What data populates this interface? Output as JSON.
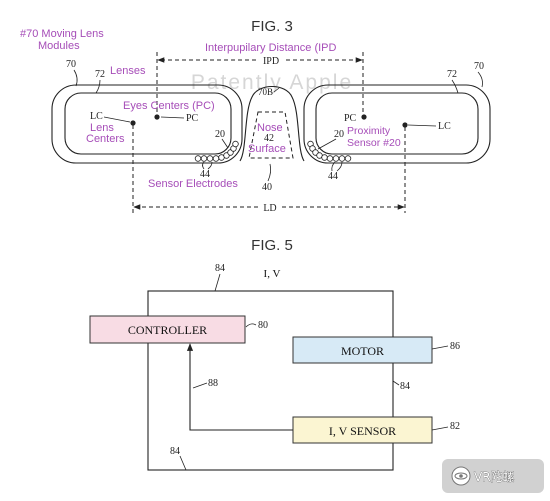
{
  "watermark": "Patently Apple",
  "fig3": {
    "title": "FIG. 3",
    "annotations": {
      "moving_lens_modules": [
        "#70 Moving Lens",
        "Modules"
      ],
      "ipd": "Interpupilary Distance (IPD",
      "lenses": "Lenses",
      "eyes_centers": "Eyes Centers (PC)",
      "lens_centers": [
        "Lens",
        "Centers"
      ],
      "nose_surface": [
        "Nose",
        "Surface"
      ],
      "proximity_sensor": [
        "Proximity",
        "Sensor #20"
      ],
      "sensor_electrodes": "Sensor Electrodes"
    },
    "dimensions": {
      "ipd": "IPD",
      "ld": "LD"
    },
    "points": {
      "lc_left": "LC",
      "pc_left": "PC",
      "pc_right": "PC",
      "lc_right": "LC"
    },
    "refs": {
      "module_left": "70",
      "module_right": "70",
      "lens_left": "72",
      "lens_right": "72",
      "nose_bridge": "70B",
      "sensor_left": "20",
      "sensor_right": "20",
      "nose_surface": "42",
      "electrodes_left": "44",
      "electrodes_right": "44",
      "frame": "40"
    }
  },
  "fig5": {
    "title": "FIG. 5",
    "signal": "I, V",
    "blocks": {
      "controller": "CONTROLLER",
      "motor": "MOTOR",
      "sensor": "I, V SENSOR"
    },
    "refs": {
      "housing_top": "84",
      "housing_right": "84",
      "housing_bottom": "84",
      "controller": "80",
      "motor": "86",
      "sensor": "82",
      "signal_path": "88"
    }
  },
  "badge": {
    "text": "VR陀螺",
    "icon": "gyro-logo-icon"
  },
  "colors": {
    "annotation": "#a64db8",
    "title": "#333333",
    "line": "#222222",
    "watermark": "#d6d6d6",
    "controller_fill": "#f8dce4",
    "motor_fill": "#d7eaf6",
    "sensor_fill": "#fbf5d2"
  }
}
